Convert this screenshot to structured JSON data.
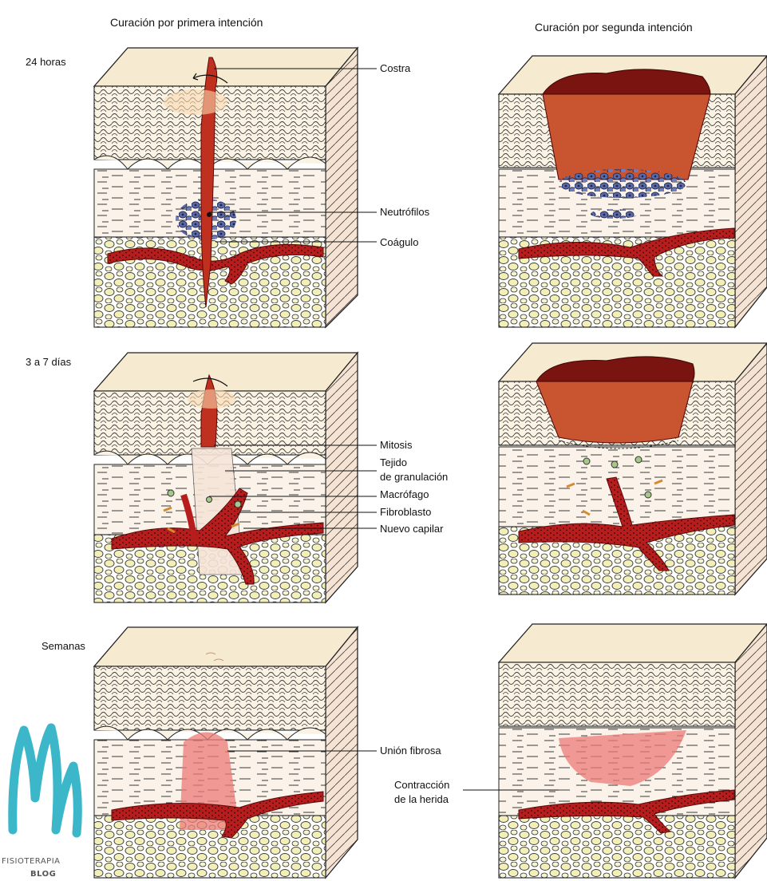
{
  "headers": {
    "primary": "Curación por primera intención",
    "secondary": "Curación por segunda intención"
  },
  "stages": {
    "h24": "24 horas",
    "d3_7": "3 a 7 días",
    "weeks": "Semanas"
  },
  "labels": {
    "costra": "Costra",
    "neutrofilos": "Neutrófilos",
    "coagulo": "Coágulo",
    "mitosis": "Mitosis",
    "tejido_line1": "Tejido",
    "tejido_line2": "de granulación",
    "macrofago": "Macrófago",
    "fibroblasto": "Fibroblasto",
    "nuevo_capilar": "Nuevo capilar",
    "union_fibrosa": "Unión fibrosa",
    "contraccion_line1": "Contracción",
    "contraccion_line2": "de la herida"
  },
  "logo": {
    "line1": "FISIOTERAPIA",
    "line2": "BLOG"
  },
  "colors": {
    "skin_top": "#f6ead0",
    "wound": "#c0301f",
    "scab": "#7a1410",
    "neutrophil": "#5a6aa8",
    "fat": "#f2efb8",
    "logo": "#3bb7c9"
  }
}
